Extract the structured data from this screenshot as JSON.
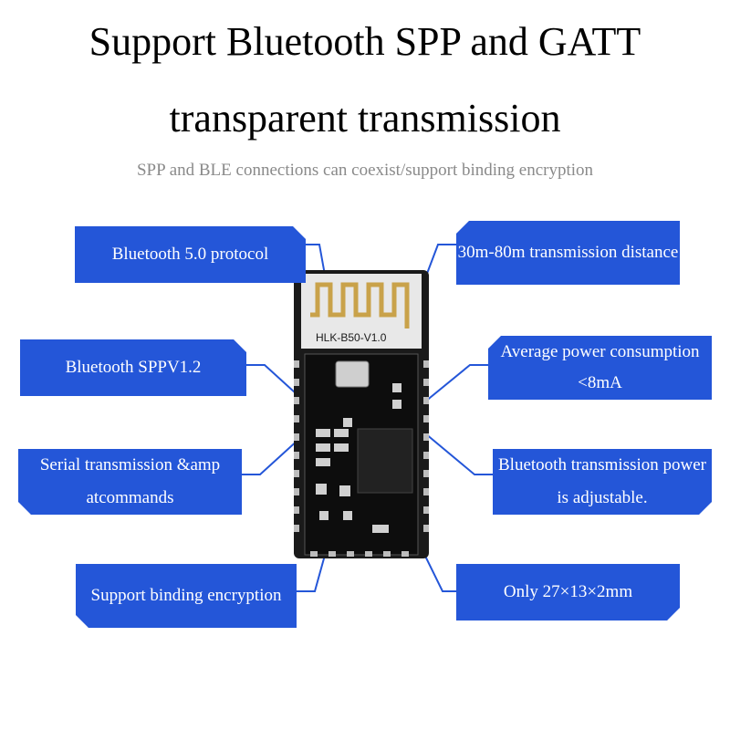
{
  "title_line1": "Support Bluetooth SPP and GATT",
  "title_line2": "transparent transmission",
  "subtitle": "SPP and BLE connections can coexist/support binding encryption",
  "module_label": "HLK-B50-V1.0",
  "callouts": {
    "bt50": "Bluetooth 5.0 protocol",
    "range": "30m-80m transmission distance",
    "spp": "Bluetooth SPPV1.2",
    "power": "Average power consumption <8mA",
    "serial": "Serial transmission &amp atcommands",
    "txpower": "Bluetooth transmission power is adjustable.",
    "binding": "Support binding encryption",
    "size": "Only 27×13×2mm"
  },
  "colors": {
    "callout": "#2456d8",
    "board": "#1a1a1a",
    "antenna": "#c9a24a"
  }
}
